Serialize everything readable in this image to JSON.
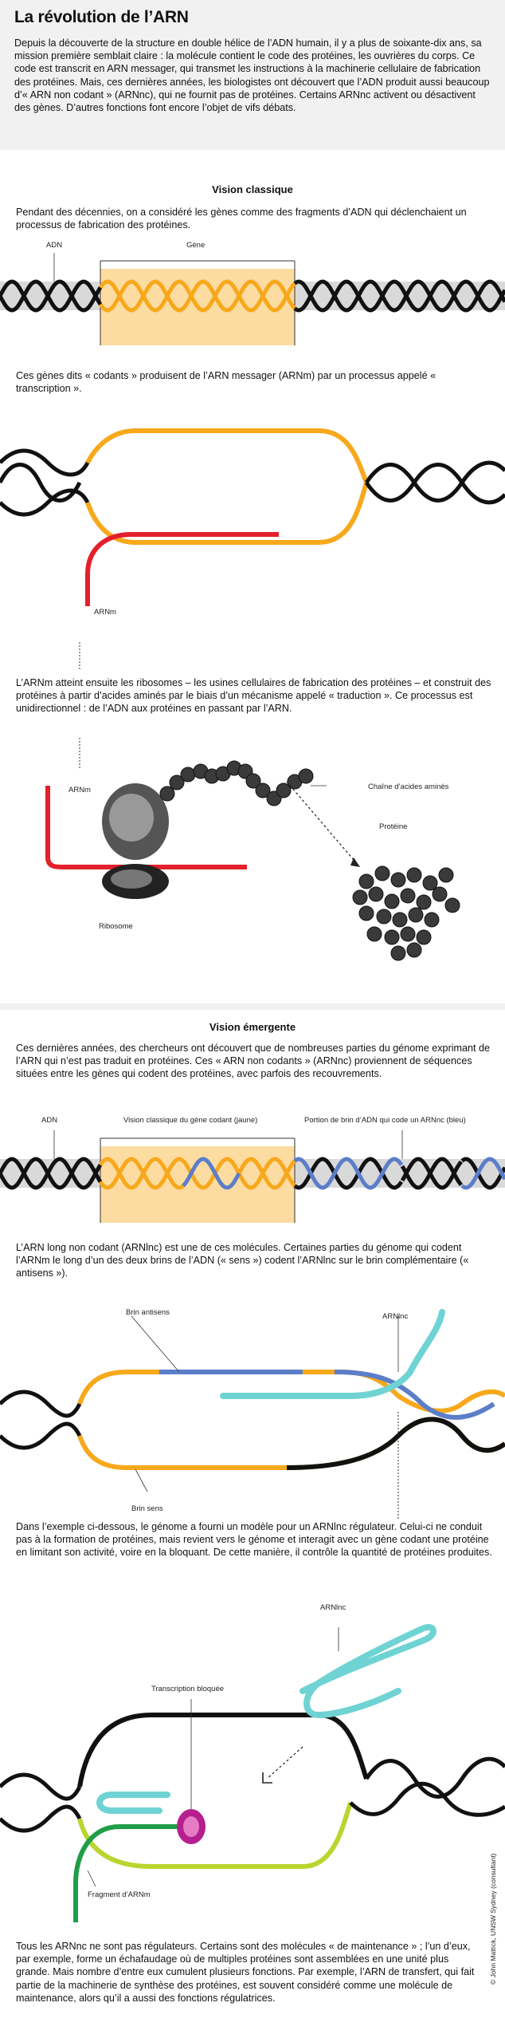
{
  "title": "La révolution de l’ARN",
  "intro": "Depuis la découverte de la structure en double hélice de l’ADN humain, il y a plus de soixante-dix ans, sa mission première semblait claire : la molécule contient le code des protéines, les ouvrières du corps. Ce code est transcrit en ARN messager, qui transmet les instructions à la machinerie cellulaire de fabrication des protéines. Mais, ces dernières années, les biologistes ont découvert que l’ADN produit aussi beaucoup d’« ARN non codant » (ARNnc), qui ne fournit pas de protéines. Certains ARNnc activent ou désactivent des gènes. D’autres fonctions font encore l’objet de vifs débats.",
  "classic": {
    "heading": "Vision classique",
    "p1": "Pendant des décennies, on a considéré les gènes comme des fragments d’ADN qui déclenchaient un processus de fabrication des protéines.",
    "label_adn": "ADN",
    "label_gene": "Gène",
    "p2": "Ces gènes dits « codants » produisent de l’ARN messager (ARNm) par un processus appelé « transcription ».",
    "label_arnm": "ARNm",
    "p3": "L’ARNm atteint ensuite les ribosomes – les usines cellulaires de fabrication des protéines – et construit des protéines à partir d’acides aminés par le biais d’un mécanisme appelé « traduction ». Ce processus est unidirectionnel : de l’ADN aux protéines en passant par l’ARN.",
    "label_arnm2": "ARNm",
    "label_chain": "Chaîne d’acides aminés",
    "label_protein": "Protéine",
    "label_ribosome": "Ribosome"
  },
  "emerging": {
    "heading": "Vision émergente",
    "p1": "Ces dernières années, des chercheurs ont découvert que de nombreuses parties du génome exprimant de l’ARN qui n’est pas traduit en protéines. Ces « ARN non codants » (ARNnc) proviennent de séquences situées entre les gènes qui codent des protéines, avec parfois des recouvrements.",
    "label_adn": "ADN",
    "label_classic_gene": "Vision classique du gène codant (jaune)",
    "label_portion": "Portion de brin d’ADN qui code un ARNnc (bleu)",
    "p2": "L’ARN long non codant (ARNlnc) est une de ces molécules. Certaines parties du génome qui codent l’ARNm le long d’un des deux brins de l’ADN (« sens ») codent l’ARNlnc sur le brin complémentaire (« antisens »).",
    "label_antisens": "Brin antisens",
    "label_arnlnc": "ARNlnc",
    "label_sens": "Brin sens",
    "p3": "Dans l’exemple ci-dessous, le génome a fourni un modèle pour un ARNlnc régulateur. Celui-ci ne conduit pas à la formation de protéines, mais revient vers le génome et interagit avec un gène codant une protéine en limitant son activité, voire en la bloquant. De cette manière, il contrôle la quantité de protéines produites.",
    "label_arnlnc2": "ARNlnc",
    "label_blocked": "Transcription bloquée",
    "label_fragment": "Fragment d’ARNm",
    "p4": "Tous les ARNnc ne sont pas régulateurs. Certains sont des molécules « de maintenance » ; l’un d’eux, par exemple, forme un échafaudage où de multiples protéines sont assemblées en une unité plus grande. Mais nombre d’entre eux cumulent plusieurs fonctions. Par exemple, l’ARN de transfert, qui fait partie de la machinerie de synthèse des protéines, est souvent considéré comme une molécule de maintenance, alors qu’il a aussi des fonctions régulatrices."
  },
  "credit": "© John Mattick, UNSW Sydney (consultant)",
  "colors": {
    "yellow": "#f7a81b",
    "red": "#e3202b",
    "blue": "#5b7ec9",
    "cyan": "#6fd3d3",
    "lime": "#b9d630",
    "green": "#1f9e48",
    "magenta": "#b51f8e"
  }
}
